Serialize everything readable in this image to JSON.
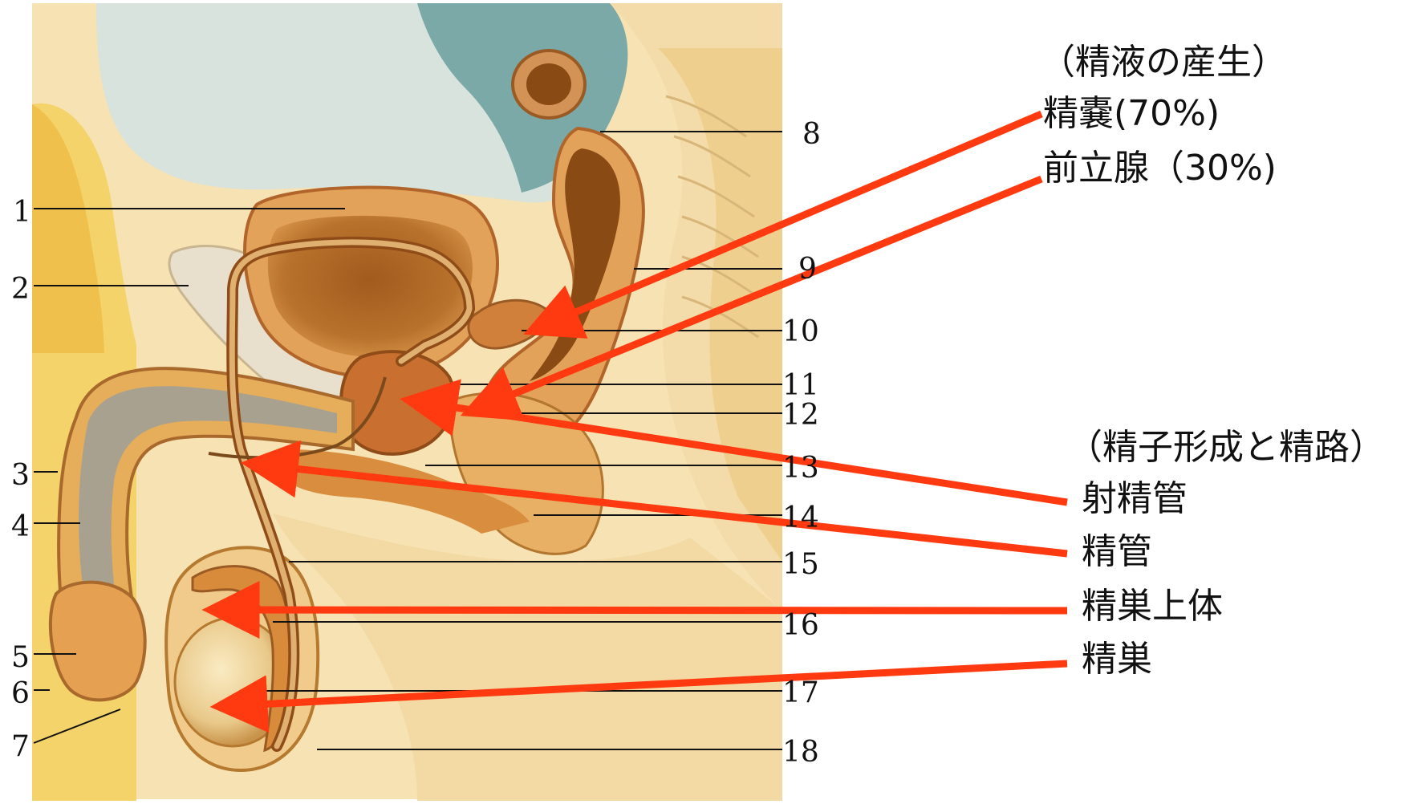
{
  "diagram": {
    "left_numbers": [
      "1",
      "2",
      "3",
      "4",
      "5",
      "6",
      "7"
    ],
    "right_numbers": [
      "8",
      "9",
      "10",
      "11",
      "12",
      "13",
      "14",
      "15",
      "16",
      "17",
      "18"
    ],
    "group_semen": {
      "heading": "（精液の産生）",
      "items": [
        "精嚢(70%)",
        "前立腺（30%)"
      ]
    },
    "group_sperm": {
      "heading": "（精子形成と精路）",
      "items": [
        "射精管",
        "精管",
        "精巣上体",
        "精巣"
      ]
    },
    "colors": {
      "arrow": "#ff3a10",
      "skin": "#f5d79c",
      "fat": "#f2c64a",
      "muscle": "#e3963f",
      "peritoneum": "#7aa9a8",
      "label_line": "#111111"
    }
  }
}
